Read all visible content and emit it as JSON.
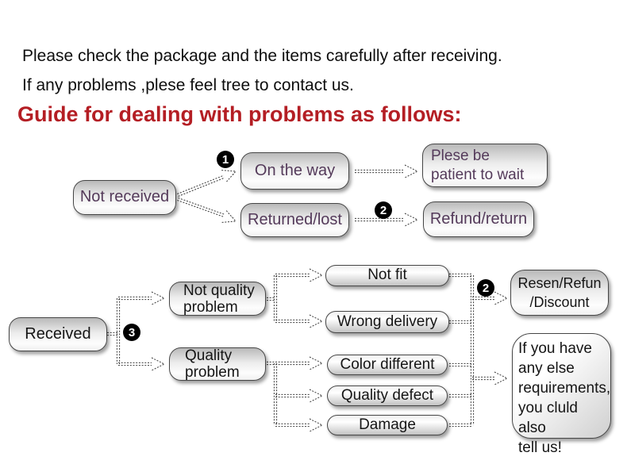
{
  "intro": {
    "line1": "Please check the package and the items carefully after receiving.",
    "line2": "If any problems ,plese feel tree to contact us."
  },
  "heading": {
    "text": "Guide for dealing with problems as follows:"
  },
  "colors": {
    "heading_red": "#b41e24",
    "node_text_purple": "#543a5a",
    "node_text_black": "#151515",
    "connector_line": "#3a3a3a",
    "badge_bg": "#000000",
    "badge_fg": "#ffffff"
  },
  "flow_not_received": {
    "root": "Not received",
    "branch1": {
      "badge": "1",
      "node": "On the way",
      "result": "Plese be\npatient to wait"
    },
    "branch2": {
      "node": "Returned/lost",
      "badge": "2",
      "result": "Refund/return"
    }
  },
  "flow_received": {
    "root": "Received",
    "badge": "3",
    "branch_not_quality": {
      "node": "Not quality\nproblem",
      "issues": [
        "Not fit",
        "Wrong delivery"
      ]
    },
    "branch_quality": {
      "node": "Quality\nproblem",
      "issues": [
        "Color different",
        "Quality defect",
        "Damage"
      ]
    },
    "outcome_badge": "2",
    "outcome1": "Resen/Refun\n/Discount",
    "outcome2": "If you have\nany else\nrequirements,\nyou cluld also\ntell us!"
  }
}
